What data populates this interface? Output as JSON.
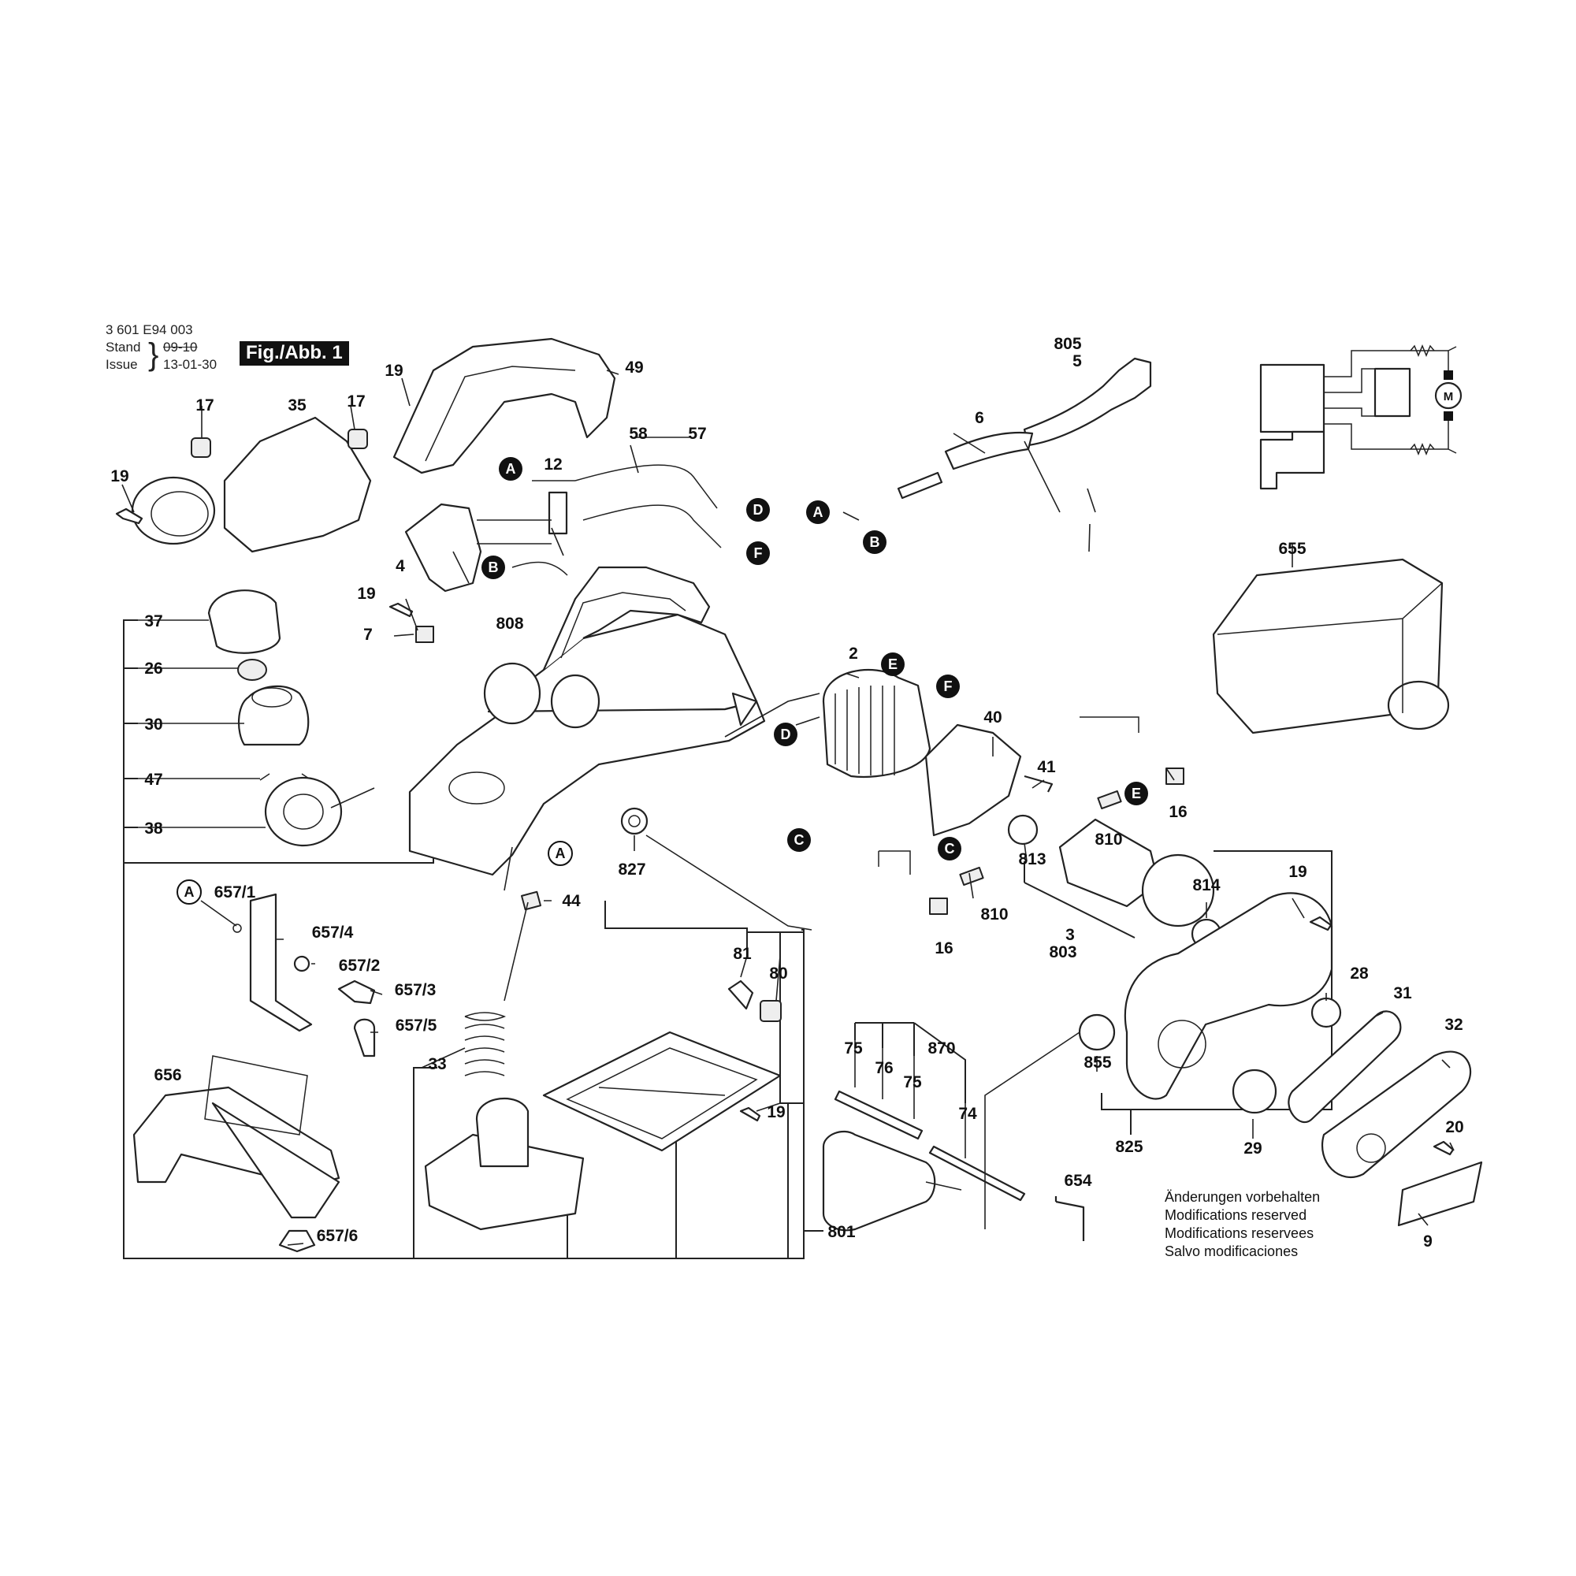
{
  "header": {
    "doc_number": "3 601 E94 003",
    "stand_label": "Stand",
    "stand_value": "09-10",
    "issue_label": "Issue",
    "issue_value": "13-01-30",
    "figure_label": "Fig./Abb. 1"
  },
  "notes": [
    "Änderungen vorbehalten",
    "Modifications reserved",
    "Modifications reservees",
    "Salvo modificaciones"
  ],
  "ref_markers": [
    "A",
    "B",
    "C",
    "D",
    "E",
    "F"
  ],
  "schematic": {
    "motor_symbol": "M"
  },
  "parts": [
    {
      "id": "p2",
      "label": "2"
    },
    {
      "id": "p3",
      "label": "3"
    },
    {
      "id": "p4",
      "label": "4"
    },
    {
      "id": "p5",
      "label": "5"
    },
    {
      "id": "p6",
      "label": "6"
    },
    {
      "id": "p7",
      "label": "7"
    },
    {
      "id": "p9",
      "label": "9"
    },
    {
      "id": "p12",
      "label": "12"
    },
    {
      "id": "p16a",
      "label": "16"
    },
    {
      "id": "p16b",
      "label": "16"
    },
    {
      "id": "p17a",
      "label": "17"
    },
    {
      "id": "p17b",
      "label": "17"
    },
    {
      "id": "p19a",
      "label": "19"
    },
    {
      "id": "p19b",
      "label": "19"
    },
    {
      "id": "p19c",
      "label": "19"
    },
    {
      "id": "p19d",
      "label": "19"
    },
    {
      "id": "p19e",
      "label": "19"
    },
    {
      "id": "p20",
      "label": "20"
    },
    {
      "id": "p26",
      "label": "26"
    },
    {
      "id": "p28",
      "label": "28"
    },
    {
      "id": "p29",
      "label": "29"
    },
    {
      "id": "p30",
      "label": "30"
    },
    {
      "id": "p31",
      "label": "31"
    },
    {
      "id": "p32",
      "label": "32"
    },
    {
      "id": "p33",
      "label": "33"
    },
    {
      "id": "p35",
      "label": "35"
    },
    {
      "id": "p37",
      "label": "37"
    },
    {
      "id": "p38",
      "label": "38"
    },
    {
      "id": "p40",
      "label": "40"
    },
    {
      "id": "p41",
      "label": "41"
    },
    {
      "id": "p44",
      "label": "44"
    },
    {
      "id": "p47",
      "label": "47"
    },
    {
      "id": "p49",
      "label": "49"
    },
    {
      "id": "p57",
      "label": "57"
    },
    {
      "id": "p58",
      "label": "58"
    },
    {
      "id": "p74",
      "label": "74"
    },
    {
      "id": "p75a",
      "label": "75"
    },
    {
      "id": "p75b",
      "label": "75"
    },
    {
      "id": "p76",
      "label": "76"
    },
    {
      "id": "p80",
      "label": "80"
    },
    {
      "id": "p81",
      "label": "81"
    },
    {
      "id": "p654",
      "label": "654"
    },
    {
      "id": "p655",
      "label": "655"
    },
    {
      "id": "p656",
      "label": "656"
    },
    {
      "id": "p6571",
      "label": "657/1"
    },
    {
      "id": "p6572",
      "label": "657/2"
    },
    {
      "id": "p6573",
      "label": "657/3"
    },
    {
      "id": "p6574",
      "label": "657/4"
    },
    {
      "id": "p6575",
      "label": "657/5"
    },
    {
      "id": "p6576",
      "label": "657/6"
    },
    {
      "id": "p801",
      "label": "801"
    },
    {
      "id": "p803",
      "label": "803"
    },
    {
      "id": "p805",
      "label": "805"
    },
    {
      "id": "p808",
      "label": "808"
    },
    {
      "id": "p810a",
      "label": "810"
    },
    {
      "id": "p810b",
      "label": "810"
    },
    {
      "id": "p813",
      "label": "813"
    },
    {
      "id": "p814",
      "label": "814"
    },
    {
      "id": "p825",
      "label": "825"
    },
    {
      "id": "p827",
      "label": "827"
    },
    {
      "id": "p855",
      "label": "855"
    },
    {
      "id": "p870",
      "label": "870"
    }
  ]
}
